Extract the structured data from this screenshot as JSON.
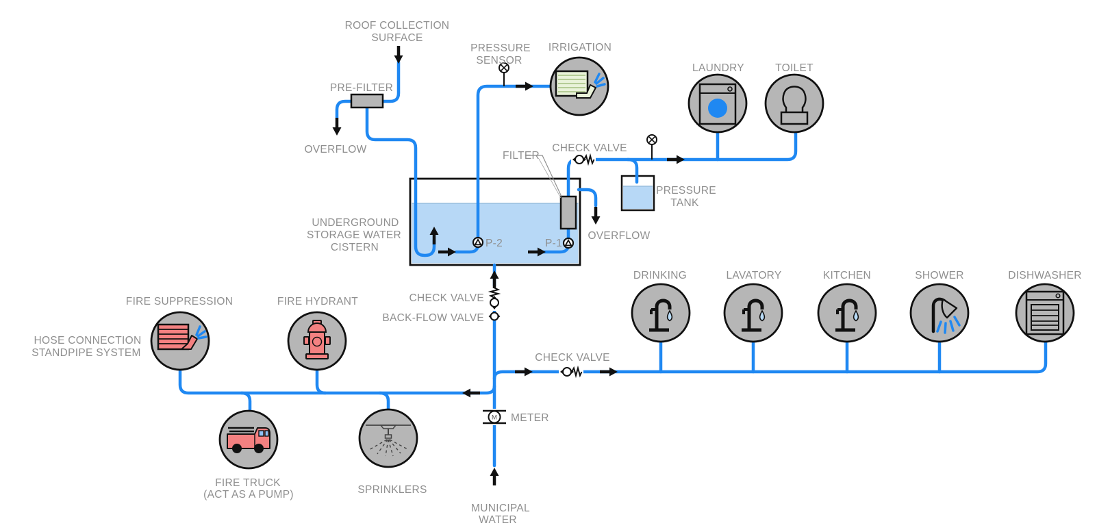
{
  "colors": {
    "pipe": "#1f88f2",
    "water": "#b7d8f6",
    "node": "#b6b6b6",
    "label": "#8f8f8f",
    "red": "#f48181",
    "icon-green": "#e9f2d9",
    "icon-green-line": "#b5cc96",
    "icon-lightblue": "#b9dcf8",
    "window-blue": "#8fc1f5"
  },
  "source": {
    "roof_line1": "ROOF COLLECTION",
    "roof_line2": "SURFACE",
    "prefilter": "PRE-FILTER",
    "overflow": "OVERFLOW",
    "municipal_line1": "MUNICIPAL",
    "municipal_line2": "WATER",
    "meter": "METER",
    "meter_symbol": "M"
  },
  "cistern": {
    "line1": "UNDERGROUND",
    "line2": "STORAGE WATER",
    "line3": "CISTERN",
    "pump1": "P-1",
    "pump2": "P-2",
    "filter": "FILTER",
    "overflow": "OVERFLOW"
  },
  "valves": {
    "check_top": "CHECK VALVE",
    "check_mid": "CHECK VALVE",
    "backflow": "BACK-FLOW VALVE",
    "check_right": "CHECK VALVE"
  },
  "sensors": {
    "pressure_line1": "PRESSURE",
    "pressure_line2": "SENSOR"
  },
  "tank": {
    "line1": "PRESSURE",
    "line2": "TANK"
  },
  "fixtures": {
    "irrigation": "IRRIGATION",
    "laundry": "LAUNDRY",
    "toilet": "TOILET",
    "drinking": "DRINKING",
    "lavatory": "LAVATORY",
    "kitchen": "KITCHEN",
    "shower": "SHOWER",
    "dishwasher": "DISHWASHER"
  },
  "fire": {
    "suppression": "FIRE SUPPRESSION",
    "hydrant": "FIRE HYDRANT",
    "hose_line1": "HOSE CONNECTION",
    "hose_line2": "STANDPIPE SYSTEM",
    "truck_line1": "FIRE TRUCK",
    "truck_line2": "(ACT AS A PUMP)",
    "sprinklers": "SPRINKLERS"
  }
}
